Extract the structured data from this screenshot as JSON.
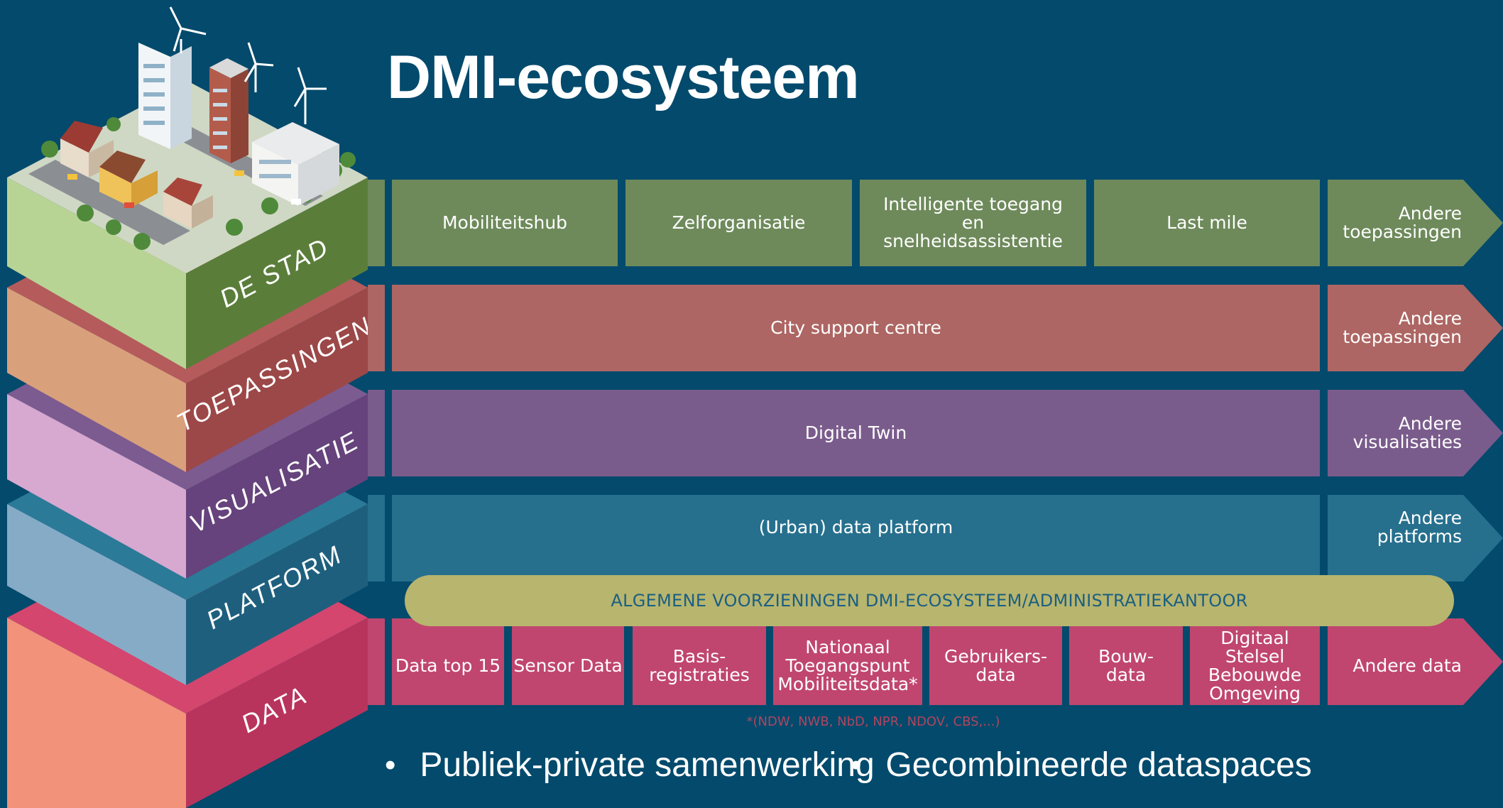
{
  "title": "DMI-ecosysteem",
  "layers": {
    "stad": "DE STAD",
    "toepassingen": "TOEPASSINGEN",
    "visualisatie": "VISUALISATIE",
    "platform": "PLATFORM",
    "data": "DATA"
  },
  "stad_row": [
    "Mobiliteitshub",
    "Zelforganisatie",
    "Intelligente toegang en snelheidsassistentie",
    "Last mile",
    "Andere toepassingen"
  ],
  "toepassingen_row": {
    "main": "City support centre",
    "other": "Andere toepassingen"
  },
  "visualisatie_row": {
    "main": "Digital Twin",
    "other": "Andere visualisaties"
  },
  "platform_row": {
    "main": "(Urban) data platform",
    "other": "Andere platforms"
  },
  "banner": "ALGEMENE VOORZIENINGEN DMI-ECOSYSTEEM/ADMINISTRATIEKANTOOR",
  "data_row": [
    "Data top 15",
    "Sensor Data",
    "Basis-registraties",
    "Nationaal Toegangspunt Mobiliteitsdata*",
    "Gebruikers-data",
    "Bouw-data",
    "Digitaal Stelsel Bebouwde Omgeving",
    "Andere data"
  ],
  "footnote": "*(NDW, NWB, NbD, NPR, NDOV, CBS,...)",
  "bullets": [
    "Publiek-private samenwerking",
    "Gecombineerde dataspaces"
  ],
  "colors": {
    "background": "#034a6c",
    "stad": "#6e8a5b",
    "toepassingen": "#ad6663",
    "visualisatie": "#7a5c8c",
    "platform": "#26708e",
    "data": "#c0466f",
    "banner": "#b8b56e"
  }
}
